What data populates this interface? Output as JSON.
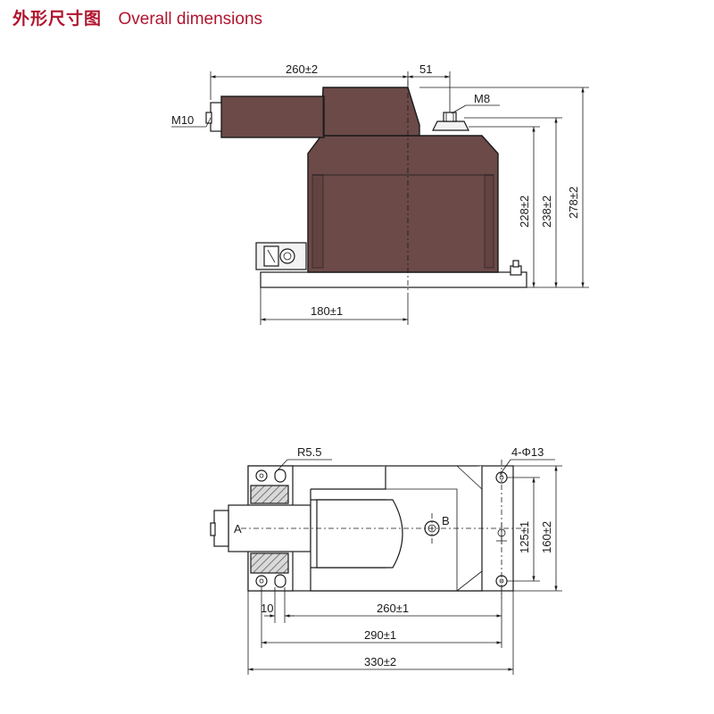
{
  "header": {
    "title_cn": "外形尺寸图",
    "title_en": "Overall dimensions"
  },
  "colors": {
    "title": "#b0152e",
    "body_fill": "#6b4a48",
    "line": "#1a1a1a"
  },
  "side_view": {
    "dim_length": "260±2",
    "dim_offset": "51",
    "label_m8": "M8",
    "label_m10": "M10",
    "dim_height_1": "228±2",
    "dim_height_2": "238±2",
    "dim_height_3": "278±2",
    "dim_base": "180±1"
  },
  "top_view": {
    "label_r": "R5.5",
    "label_holes": "4-Φ13",
    "label_a": "A",
    "label_b": "B",
    "dim_125": "125±1",
    "dim_160": "160±2",
    "dim_10": "10",
    "dim_260": "260±1",
    "dim_290": "290±1",
    "dim_330": "330±2"
  }
}
